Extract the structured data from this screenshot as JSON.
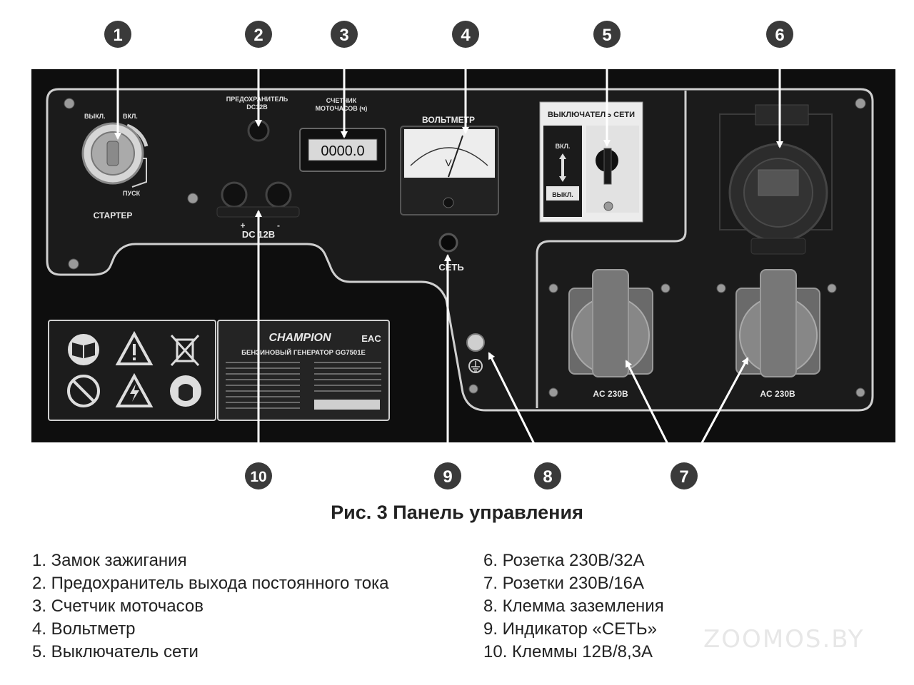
{
  "panel": {
    "starter": {
      "off": "ВЫКЛ.",
      "on": "ВКЛ.",
      "start": "ПУСК",
      "label": "СТАРТЕР"
    },
    "fuse": {
      "label_line1": "ПРЕДОХРАНИТЕЛЬ",
      "label_line2": "DC12В"
    },
    "hour_meter": {
      "label_line1": "СЧЕТЧИК",
      "label_line2": "МОТОЧАСОВ (ч)",
      "reading": "0000.0"
    },
    "voltmeter": {
      "label": "ВОЛЬТМЕТР",
      "unit": "V"
    },
    "switch": {
      "title": "ВЫКЛЮЧАТЕЛЬ СЕТИ",
      "on": "ВКЛ.",
      "off": "ВЫКЛ."
    },
    "dc_terminals": {
      "plus": "+",
      "minus": "-",
      "label": "DC 12В"
    },
    "network_indicator": "СЕТЬ",
    "socket_left": "AC 230В",
    "socket_right": "AC 230В",
    "nameplate": {
      "brand": "CHAMPION",
      "mark": "EAC",
      "title": "БЕНЗИНОВЫЙ ГЕНЕРАТОР GG7501E"
    }
  },
  "callouts": [
    "1",
    "2",
    "3",
    "4",
    "5",
    "6",
    "7",
    "8",
    "9",
    "10"
  ],
  "caption": "Рис. 3 Панель управления",
  "legend": {
    "left": [
      "1. Замок зажигания",
      "2. Предохранитель выхода постоянного тока",
      "3. Счетчик моточасов",
      "4. Вольтметр",
      "5. Выключатель сети"
    ],
    "right": [
      "6. Розетка 230В/32А",
      "7. Розетки 230В/16А",
      "8. Клемма заземления",
      "9. Индикатор «СЕТЬ»",
      "10. Клеммы 12В/8,3А"
    ]
  },
  "watermark": "ZOOMOS.BY",
  "icons": [
    "key-icon",
    "book-icon",
    "warning-icon",
    "bin-crossed-icon",
    "no-fire-icon",
    "electric-hazard-icon",
    "ear-protection-icon",
    "ground-icon"
  ],
  "colors": {
    "panel": "#1b1b1b",
    "frame": "#0e0e0e",
    "outline": "#cfcfcf",
    "callout": "#3a3a3a"
  }
}
